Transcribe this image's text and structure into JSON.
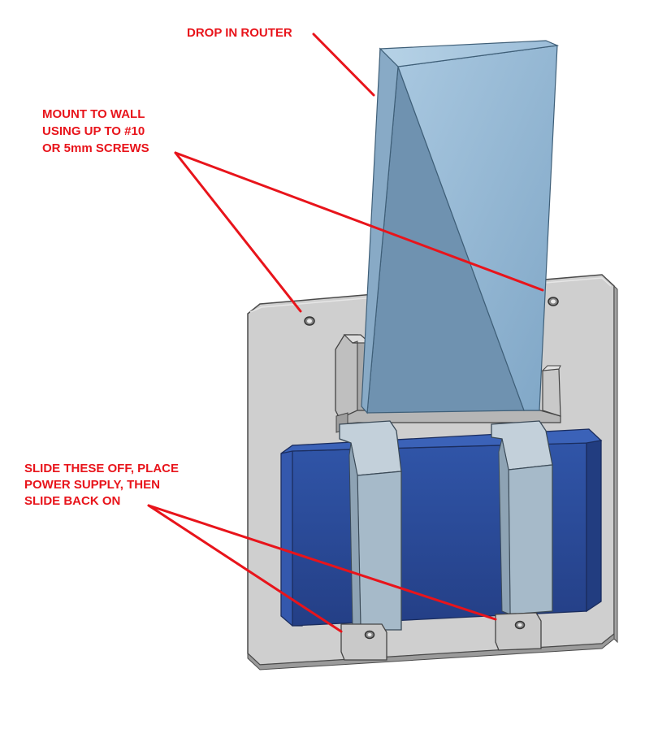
{
  "callouts": {
    "router": {
      "lines": [
        "DROP IN ROUTER"
      ]
    },
    "wall_mount": {
      "lines": [
        "MOUNT TO WALL",
        "USING UP TO #10",
        "OR 5mm SCREWS"
      ]
    },
    "power_supply": {
      "lines": [
        "SLIDE THESE OFF, PLACE",
        "POWER SUPPLY, THEN",
        "SLIDE BACK ON"
      ]
    }
  },
  "colors": {
    "callout_red": "#e8141b",
    "plate_gray": "#cdcdcd",
    "router_blue": "#7fa3c0",
    "power_supply_blue": "#2c4a9a",
    "clip_blue_gray": "#a9bccc"
  },
  "icons": {
    "screw_hole": "screw-hole-icon"
  }
}
